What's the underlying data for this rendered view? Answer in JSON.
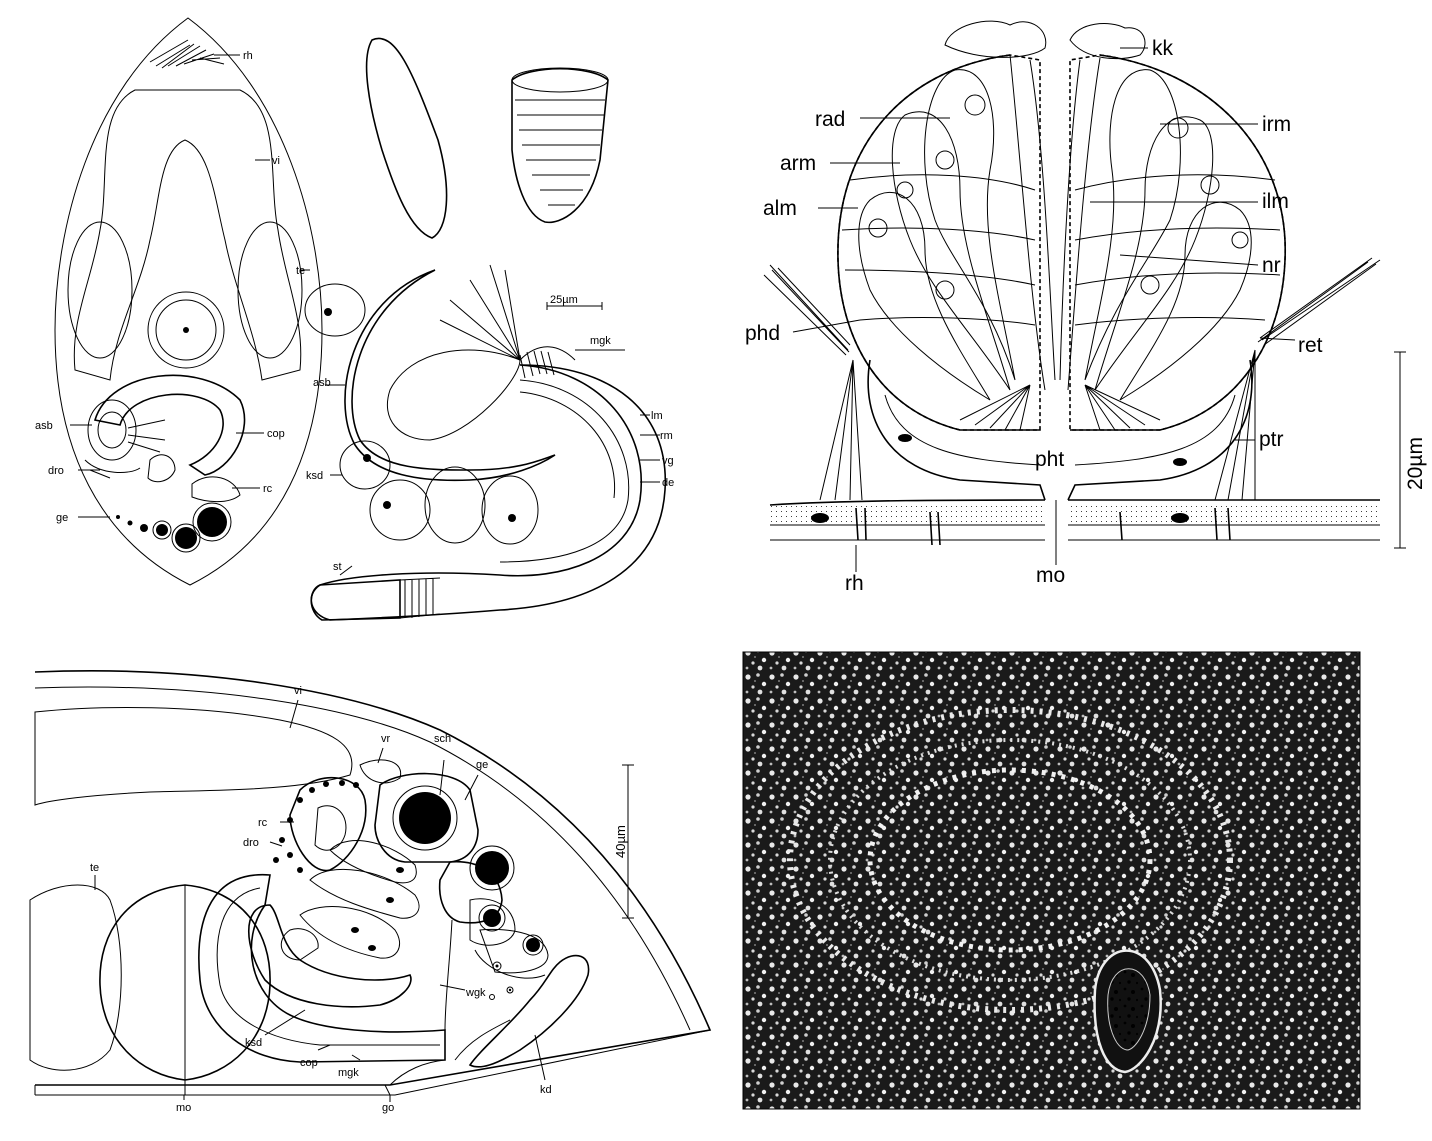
{
  "panel_a": {
    "labels": {
      "rh": "rh",
      "vi": "vi",
      "te": "te",
      "asb": "asb",
      "cop": "cop",
      "dro": "dro",
      "rc": "rc",
      "ge": "ge"
    }
  },
  "panel_b": {
    "labels": {
      "mgk": "mgk",
      "asb": "asb",
      "lm": "lm",
      "rm": "rm",
      "vg": "vg",
      "de": "de",
      "ksd": "ksd",
      "st": "st"
    },
    "scale": "25µm"
  },
  "panel_c": {
    "labels": {
      "kk": "kk",
      "rad": "rad",
      "irm": "irm",
      "arm": "arm",
      "alm": "alm",
      "ilm": "ilm",
      "nr": "nr",
      "phd": "phd",
      "ret": "ret",
      "pht": "pht",
      "ptr": "ptr",
      "rh": "rh",
      "mo": "mo"
    },
    "scale": "20µm"
  },
  "panel_d": {
    "labels": {
      "vi": "vi",
      "vr": "vr",
      "sch": "sch",
      "ge": "ge",
      "rc": "rc",
      "dro": "dro",
      "te": "te",
      "wgk": "wgk",
      "ksd": "ksd",
      "cop": "cop",
      "mgk": "mgk",
      "kd": "kd",
      "mo": "mo",
      "go": "go"
    },
    "scale": "40µm"
  }
}
